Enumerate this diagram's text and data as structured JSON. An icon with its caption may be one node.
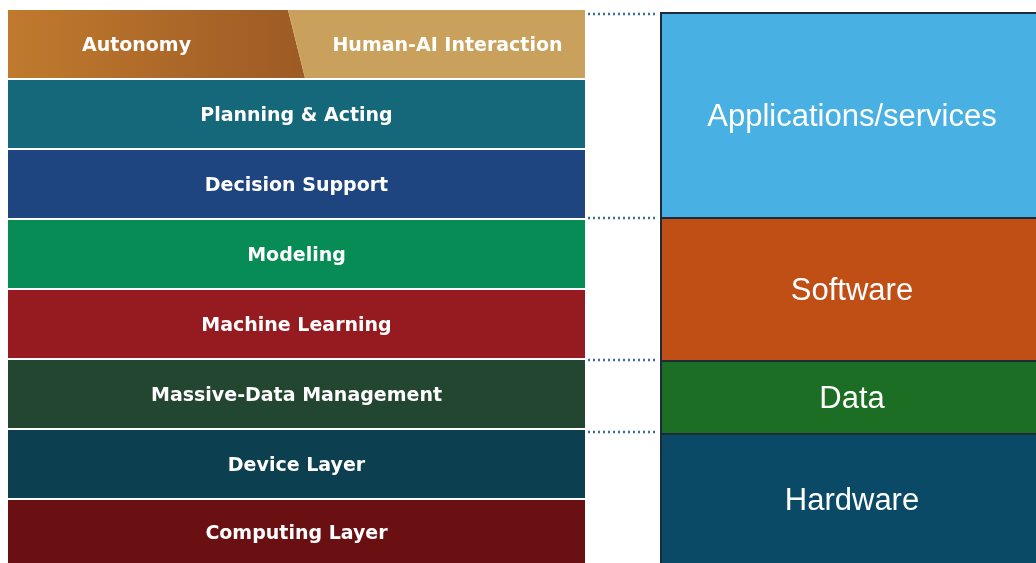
{
  "diagram": {
    "nodes": [
      {
        "text": [
          "Autonomy"
        ]
      },
      {
        "text": [
          "Human-AI Interaction"
        ]
      },
      {
        "text": [
          "Planning & Acting"
        ]
      },
      {
        "text": [
          "Decision Support"
        ]
      },
      {
        "text": [
          "Modeling"
        ]
      },
      {
        "text": [
          "Machine Learning"
        ]
      },
      {
        "text": [
          "Massive-Data Management"
        ]
      },
      {
        "text": [
          "Device Layer"
        ]
      },
      {
        "text": [
          "Computing Layer"
        ]
      },
      {
        "text": [
          "Applications/services"
        ]
      },
      {
        "text": [
          "Software"
        ]
      },
      {
        "text": [
          "Data"
        ]
      },
      {
        "text": [
          "Hardware"
        ]
      }
    ]
  }
}
